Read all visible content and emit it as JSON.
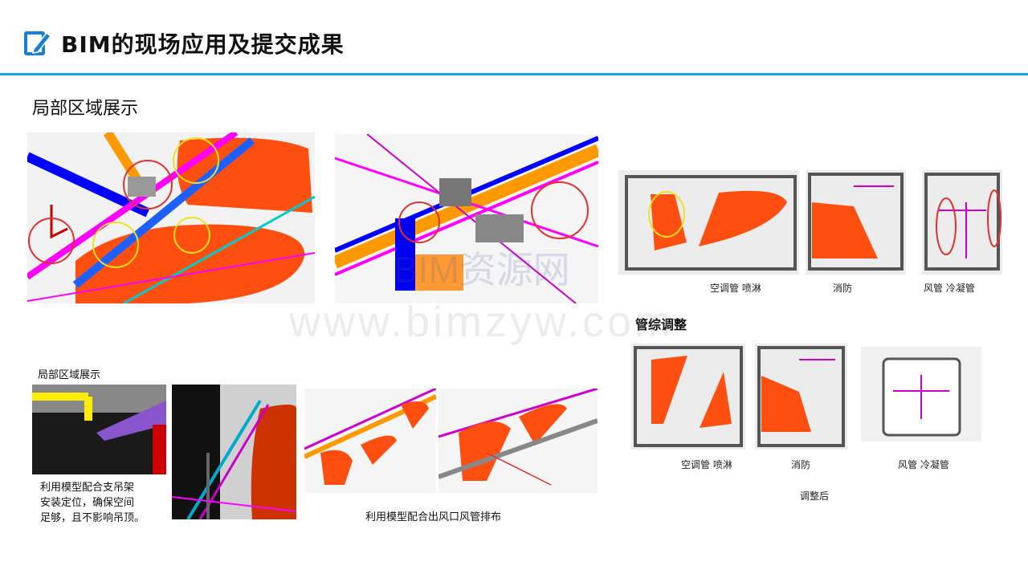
{
  "header": {
    "title": "BIM的现场应用及提交成果",
    "icon": "edit-document-icon"
  },
  "section": {
    "title": "局部区域展示"
  },
  "bottom_left": {
    "heading": "局部区域展示",
    "note_lines": [
      "利用模型配合支吊架",
      "安装定位，确保空间",
      "足够，且不影响吊顶。"
    ],
    "caption": "利用模型配合出风口风管排布"
  },
  "right_top": {
    "labels": [
      "空调管 喷淋",
      "消防",
      "风管 冷凝管"
    ]
  },
  "right_bottom": {
    "heading": "管综调整",
    "labels": [
      "空调管 喷淋",
      "消防",
      "风管 冷凝管"
    ],
    "caption": "调整后"
  },
  "watermark": {
    "line1": "BIM资源网",
    "line2": "www.bimzyw.com"
  },
  "colors": {
    "accent": "#1aa3e0",
    "duct_orange": "#ff4f10",
    "pipe_magenta": "#ff00ff",
    "pipe_blue": "#0000ff",
    "pipe_yellow": "#ffee00"
  }
}
